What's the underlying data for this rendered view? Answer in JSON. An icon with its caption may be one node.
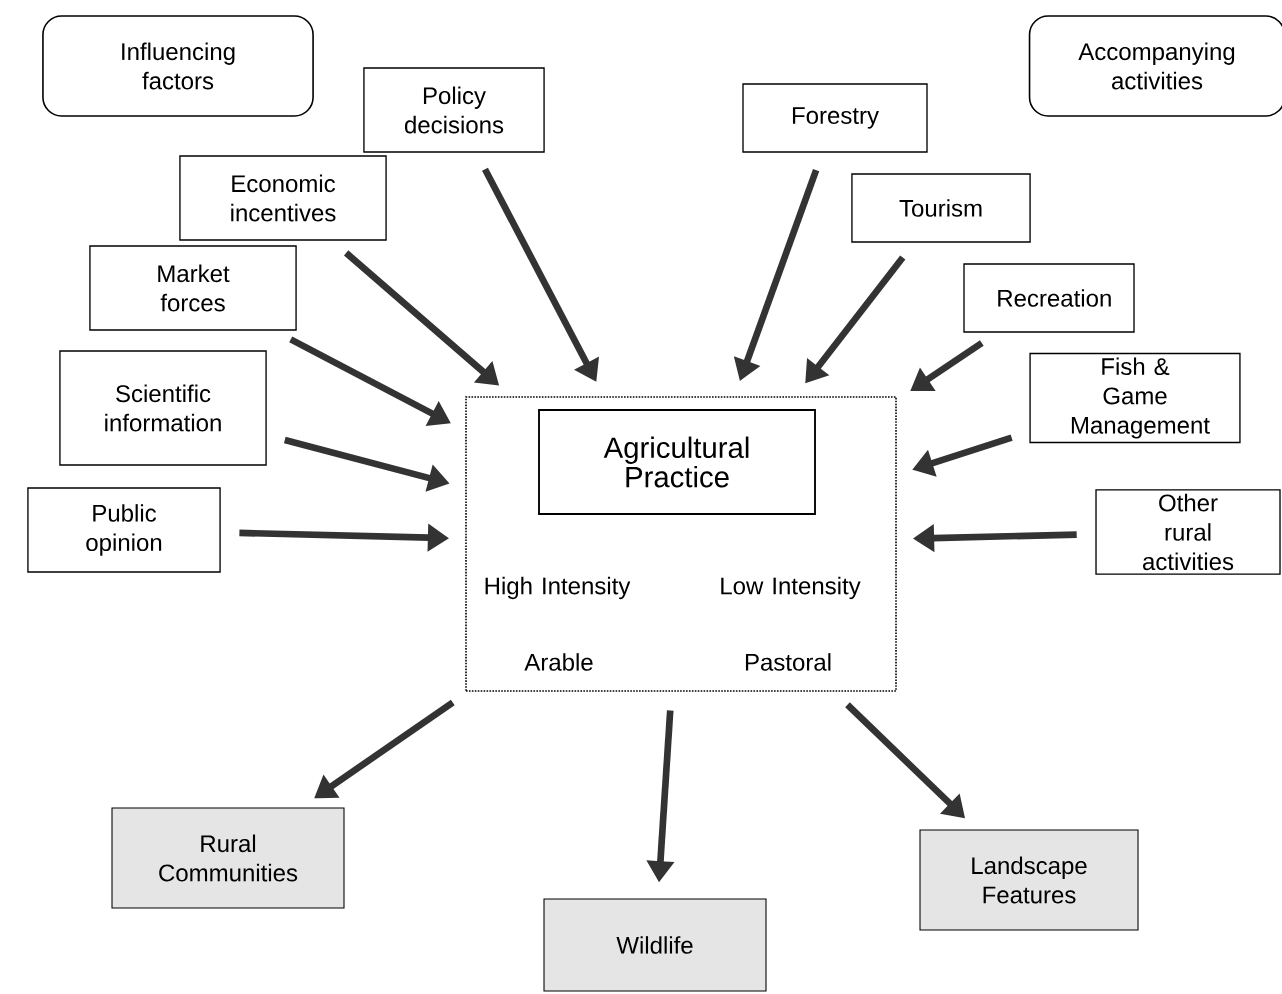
{
  "diagram": {
    "nodes": [
      {
        "text": [
          "Influencing factors"
        ]
      },
      {
        "text": [
          "Policy decisions"
        ]
      },
      {
        "text": [
          "Economic incentives"
        ]
      },
      {
        "text": [
          "Market forces"
        ]
      },
      {
        "text": [
          "Scientific information"
        ]
      },
      {
        "text": [
          "Public opinion"
        ]
      },
      {
        "text": [
          "Accompanying activities"
        ]
      },
      {
        "text": [
          "Forestry"
        ]
      },
      {
        "text": [
          "Tourism"
        ]
      },
      {
        "text": [
          "Recreation"
        ]
      },
      {
        "text": [
          "Fish & Game Management"
        ]
      },
      {
        "text": [
          "Other rural activities"
        ]
      },
      {
        "text": [
          "High Intensity",
          "Low Intensity",
          "Arable",
          "Pastoral"
        ]
      },
      {
        "text": [
          "Agricultural Practice"
        ],
        "in": 12
      },
      {
        "text": [
          "Rural Communities"
        ]
      },
      {
        "text": [
          "Wildlife"
        ]
      },
      {
        "text": [
          "Landscape Features"
        ]
      }
    ],
    "edges": [
      {
        "from": 1,
        "to": 12,
        "arrow": "to"
      },
      {
        "from": 2,
        "to": 12,
        "arrow": "to"
      },
      {
        "from": 3,
        "to": 12,
        "arrow": "to"
      },
      {
        "from": 4,
        "to": 12,
        "arrow": "to"
      },
      {
        "from": 5,
        "to": 12,
        "arrow": "to"
      },
      {
        "from": 7,
        "to": 12,
        "arrow": "to"
      },
      {
        "from": 8,
        "to": 12,
        "arrow": "to"
      },
      {
        "from": 9,
        "to": 12,
        "arrow": "to"
      },
      {
        "from": 10,
        "to": 12,
        "arrow": "to"
      },
      {
        "from": 11,
        "to": 12,
        "arrow": "to"
      },
      {
        "from": 12,
        "to": 14,
        "arrow": "to"
      },
      {
        "from": 12,
        "to": 15,
        "arrow": "to"
      },
      {
        "from": 12,
        "to": 16,
        "arrow": "to"
      }
    ]
  }
}
